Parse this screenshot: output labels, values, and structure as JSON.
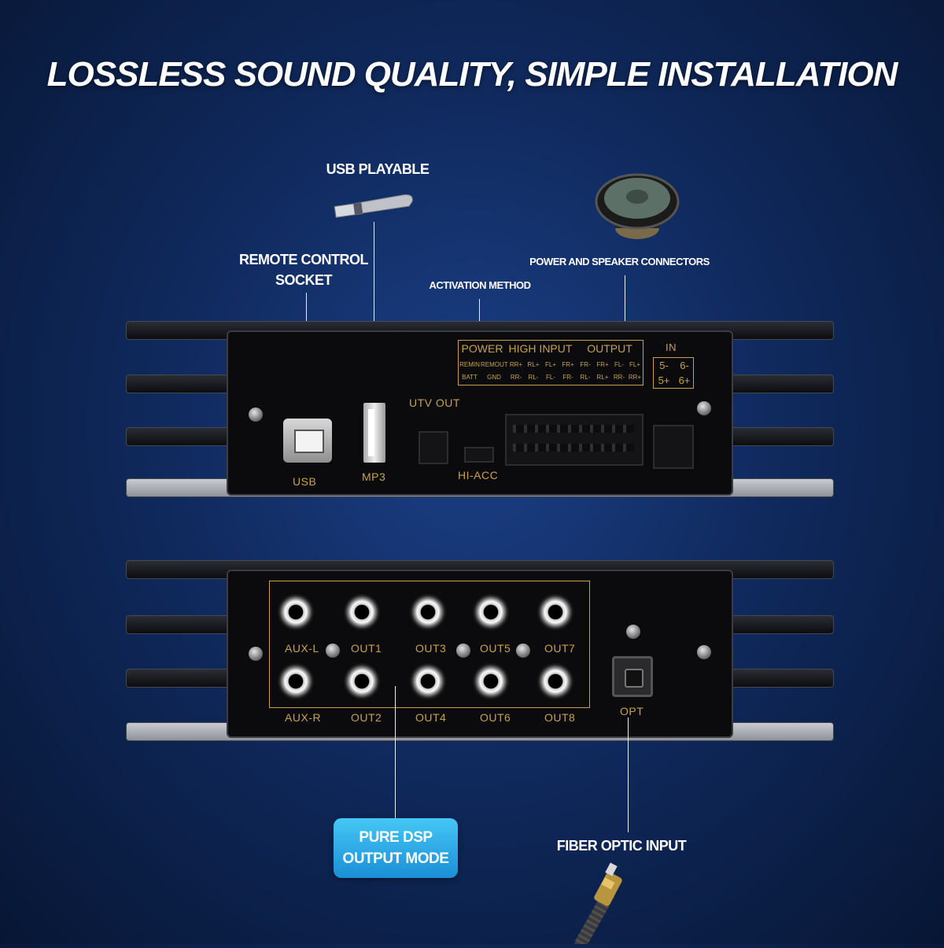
{
  "headline": "LOSSLESS SOUND QUALITY,  SIMPLE INSTALLATION",
  "callouts": {
    "usb_playable": "USB PLAYABLE",
    "remote_line1": "REMOTE CONTROL",
    "remote_line2": "SOCKET",
    "activation": "ACTIVATION METHOD",
    "power_speaker": "POWER AND SPEAKER CONNECTORS",
    "dsp_line1": "PURE DSP",
    "dsp_line2": "OUTPUT MODE",
    "fiber": "FIBER OPTIC INPUT"
  },
  "front_panel": {
    "usb": "USB",
    "mp3": "MP3",
    "utv_out": "UTV OUT",
    "hi_acc": "HI-ACC",
    "table_headers": [
      "POWER",
      "HIGH INPUT",
      "OUTPUT"
    ],
    "table_row1": [
      "REMIN",
      "REMOUT",
      "RR+",
      "RL+",
      "FL+",
      "FR+",
      "FR-",
      "FR+",
      "FL-",
      "FL+"
    ],
    "table_row2": [
      "BATT",
      "GND",
      "RR-",
      "RL-",
      "FL-",
      "FR-",
      "RL-",
      "RL+",
      "RR-",
      "RR+"
    ],
    "in_label": "IN",
    "in_cells": [
      "5-",
      "6-",
      "5+",
      "6+"
    ]
  },
  "rear_panel": {
    "top_labels": [
      "AUX-L",
      "OUT1",
      "OUT3",
      "OUT5",
      "OUT7"
    ],
    "bottom_labels": [
      "AUX-R",
      "OUT2",
      "OUT4",
      "OUT6",
      "OUT8"
    ],
    "opt": "OPT"
  },
  "colors": {
    "accent": "#c8a24a",
    "badge": "#2aa8e8",
    "background": "#102a5e"
  },
  "icons": [
    "usb-stick-icon",
    "speaker-icon",
    "optical-cable-icon"
  ]
}
